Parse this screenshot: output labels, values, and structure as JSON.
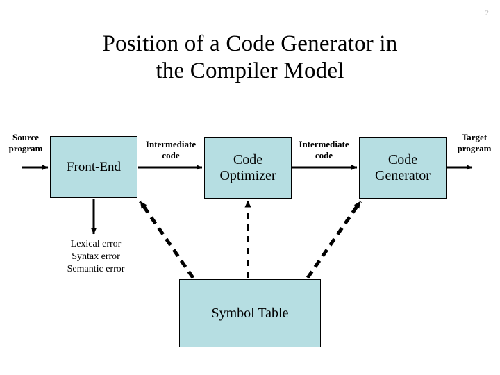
{
  "slide": {
    "page_number": "2",
    "title_line_1": "Position of a Code Generator in",
    "title_line_2": "the Compiler Model",
    "background_color": "#ffffff"
  },
  "theme": {
    "box_fill": "#b6dee2",
    "box_border": "#000000",
    "text_color": "#000000",
    "page_number_color": "#b9b9b9"
  },
  "diagram": {
    "type": "flowchart",
    "stages": [
      {
        "id": "front-end",
        "label_line_1": "Front-End",
        "label_line_2": ""
      },
      {
        "id": "code-optimizer",
        "label_line_1": "Code",
        "label_line_2": "Optimizer"
      },
      {
        "id": "code-generator",
        "label_line_1": "Code",
        "label_line_2": "Generator"
      }
    ],
    "store": {
      "id": "symbol-table",
      "label": "Symbol Table"
    },
    "flow_labels": {
      "source_program_line_1": "Source",
      "source_program_line_2": "program",
      "intermediate_code_1_line_1": "Intermediate",
      "intermediate_code_1_line_2": "code",
      "intermediate_code_2_line_1": "Intermediate",
      "intermediate_code_2_line_2": "code",
      "target_program_line_1": "Target",
      "target_program_line_2": "program"
    },
    "error_outputs": {
      "line_1": "Lexical error",
      "line_2": "Syntax error",
      "line_3": "Semantic error"
    },
    "connections": [
      {
        "from": "source",
        "to": "front-end",
        "style": "solid"
      },
      {
        "from": "front-end",
        "to": "code-optimizer",
        "style": "solid"
      },
      {
        "from": "code-optimizer",
        "to": "code-generator",
        "style": "solid"
      },
      {
        "from": "code-generator",
        "to": "target",
        "style": "solid"
      },
      {
        "from": "front-end",
        "to": "errors",
        "style": "solid"
      },
      {
        "from": "symbol-table",
        "to": "front-end",
        "style": "dashed"
      },
      {
        "from": "symbol-table",
        "to": "code-optimizer",
        "style": "dashed"
      },
      {
        "from": "symbol-table",
        "to": "code-generator",
        "style": "dashed"
      }
    ]
  }
}
